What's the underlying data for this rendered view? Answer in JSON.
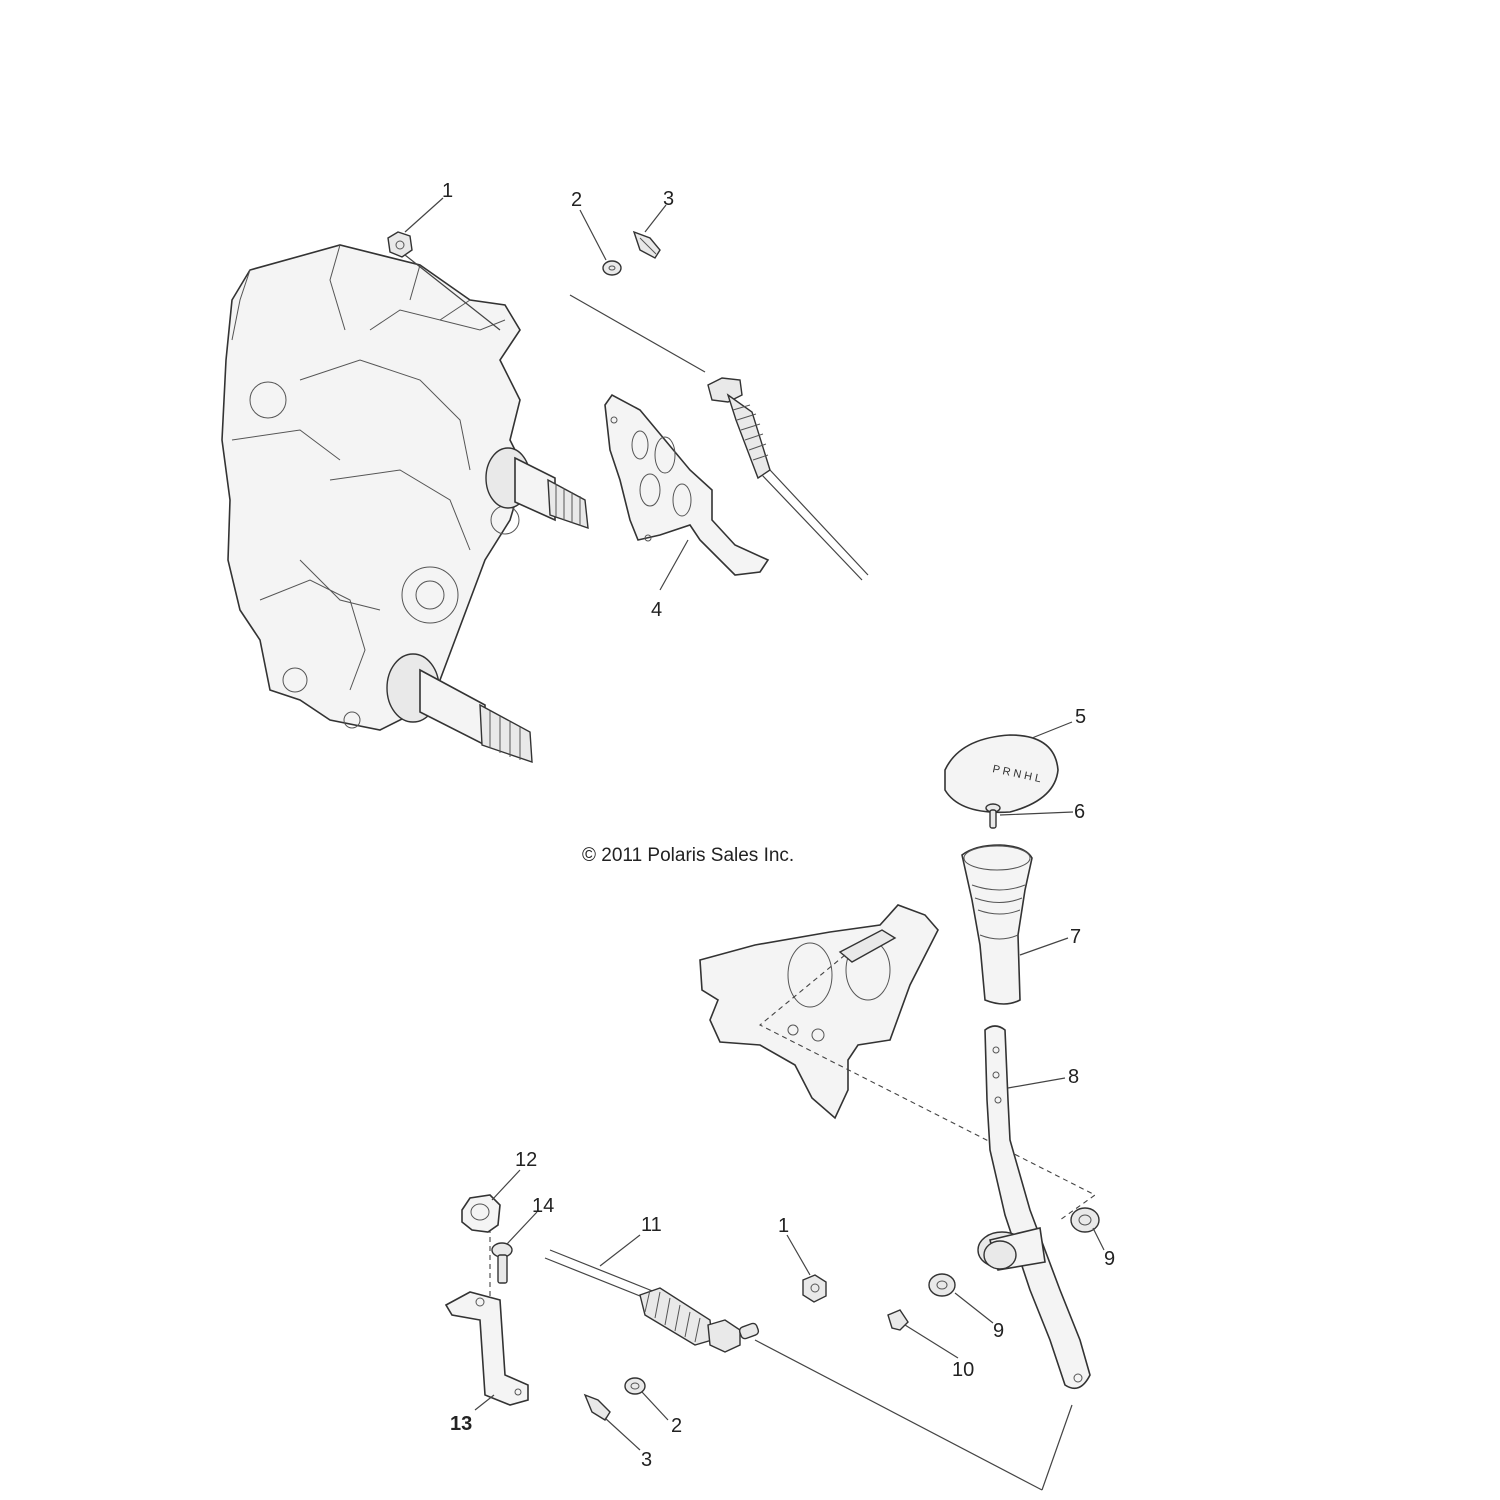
{
  "copyright": "© 2011 Polaris Sales Inc.",
  "callouts": {
    "c1a": "1",
    "c2a": "2",
    "c3a": "3",
    "c4": "4",
    "c5": "5",
    "c6": "6",
    "c7": "7",
    "c8": "8",
    "c9a": "9",
    "c9b": "9",
    "c10": "10",
    "c11": "11",
    "c12": "12",
    "c13": "13",
    "c14": "14",
    "c1b": "1",
    "c2b": "2",
    "c3b": "3"
  },
  "knob_marks": "P R N H L"
}
